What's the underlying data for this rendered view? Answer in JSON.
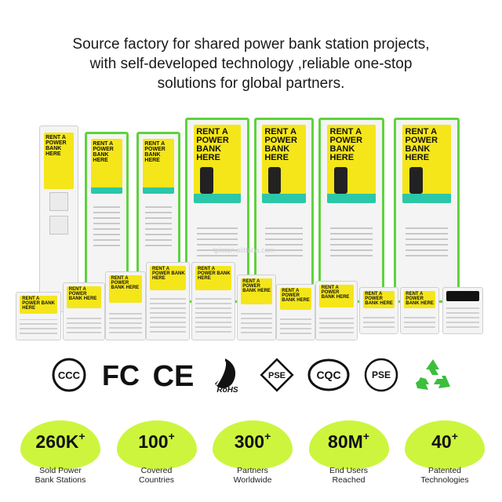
{
  "headline": {
    "line1": "Source factory for shared power bank station projects,",
    "line2": "with self-developed technology ,reliable one-stop",
    "line3": "solutions for global partners."
  },
  "watermark": "tplotan.alibaba.com",
  "kiosk_screen_text": "RENT A POWER BANK HERE",
  "certifications": [
    {
      "icon": "ccc-icon",
      "label": "CCC"
    },
    {
      "icon": "fcc-icon",
      "label": "FC"
    },
    {
      "icon": "ce-icon",
      "label": "CE"
    },
    {
      "icon": "rohs-icon",
      "label": "RoHS"
    },
    {
      "icon": "pse-diamond-icon",
      "label": "PSE"
    },
    {
      "icon": "cqc-icon",
      "label": "CQC"
    },
    {
      "icon": "pse-circle-icon",
      "label": "PSE"
    },
    {
      "icon": "recycle-icon",
      "label": ""
    }
  ],
  "stats": [
    {
      "value": "260K",
      "sup": "+",
      "line1": "Sold Power",
      "line2": "Bank Stations"
    },
    {
      "value": "100",
      "sup": "+",
      "line1": "Covered",
      "line2": "Countries"
    },
    {
      "value": "300",
      "sup": "+",
      "line1": "Partners",
      "line2": "Worldwide"
    },
    {
      "value": "80M",
      "sup": "+",
      "line1": "End Users",
      "line2": "Reached"
    },
    {
      "value": "40",
      "sup": "+",
      "line1": "Patented",
      "line2": "Technologies"
    }
  ],
  "colors": {
    "accent_green": "#cdf53e",
    "kiosk_border_green": "#5fd23f",
    "screen_yellow": "#f5e61a",
    "recycle_green": "#3cbf3c"
  }
}
